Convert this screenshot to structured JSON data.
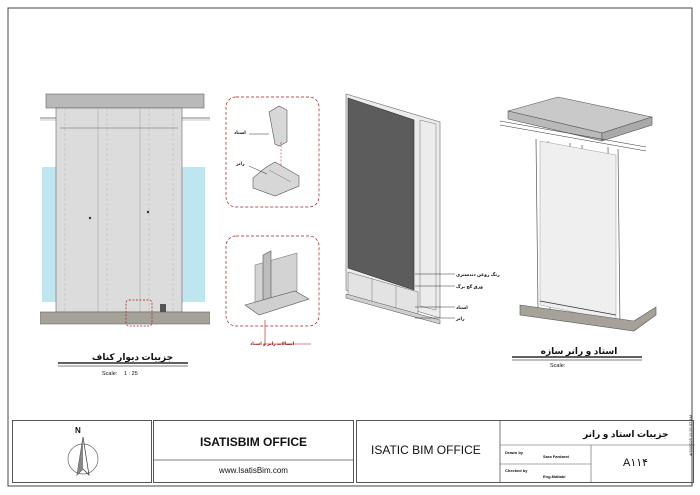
{
  "drawings": {
    "wall": {
      "title": "جزییات دیوار کناف",
      "scale_label": "Scale:",
      "scale_value": "1 : 25"
    },
    "frame": {
      "title": "استاد و رانر سازه",
      "scale_label": "Scale:"
    },
    "detail_callouts": {
      "stud": "استاد",
      "runner": "رانر",
      "connection": "اتصالات رانر و استاد"
    },
    "panel_callouts": {
      "paint": "رنگ روغن دندستری",
      "gypsum": "ورق گچ برگ",
      "stud": "استاد",
      "runner": "رانر"
    }
  },
  "title_block": {
    "north": "N",
    "office_name": "ISATISBIM OFFICE",
    "website": "www.IsatisBim.com",
    "project": "ISATIC BIM OFFICE",
    "sheet_title": "جزیبات استاد و رانر",
    "drawn_by_label": "Drawn by",
    "drawn_by": "Sara Fardaeei",
    "checked_by_label": "Checked by",
    "checked_by": "Eng.Maltabi",
    "sheet_number": "A۱۱۴",
    "timestamp": "4/16/2025 11:25:37 AM"
  },
  "colors": {
    "panel": "#5c5c5c",
    "callout": "#a41c1c",
    "slab": "#b9b9b9",
    "frame_slab": "#a6a29a",
    "glass": "#bfe6ef"
  }
}
